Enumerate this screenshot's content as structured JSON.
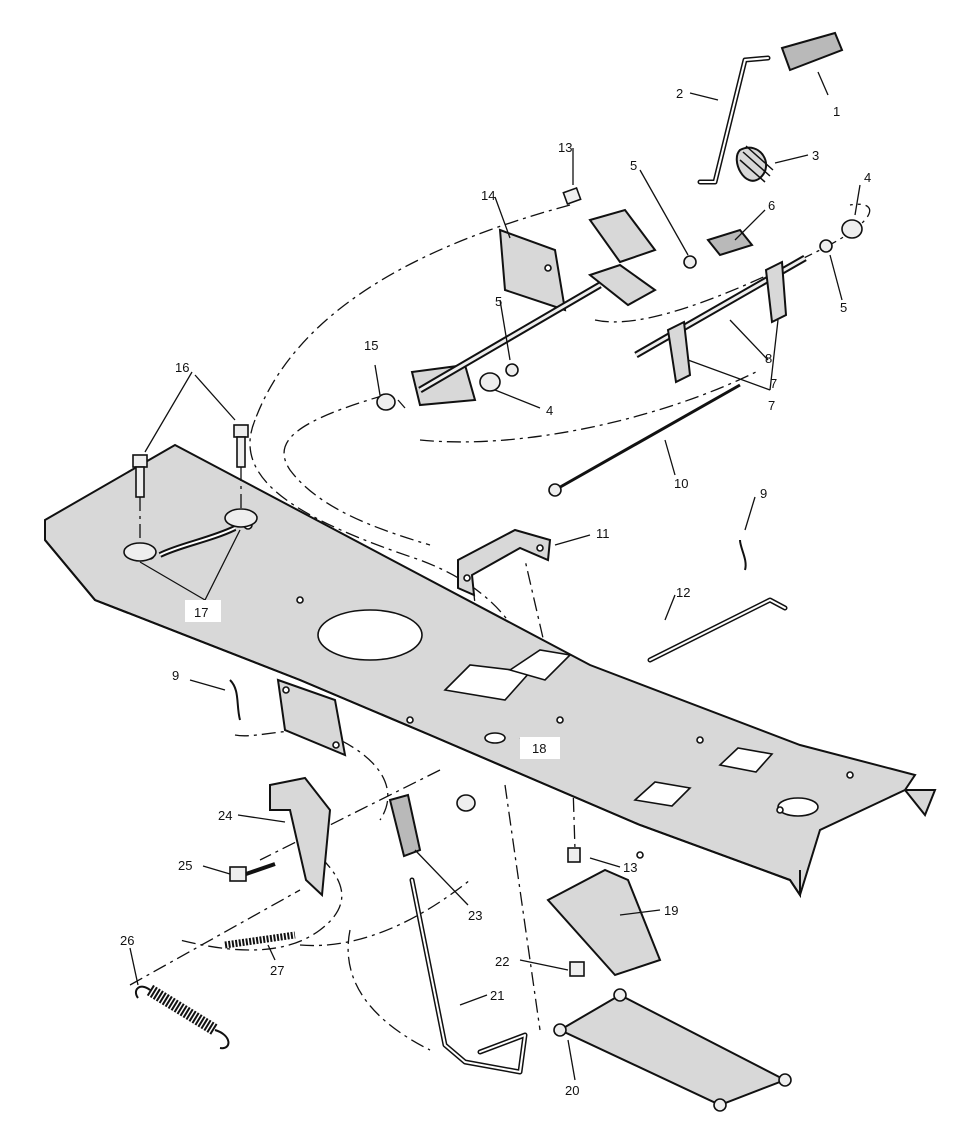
{
  "callouts": [
    {
      "id": "c1",
      "text": "1"
    },
    {
      "id": "c2",
      "text": "2"
    },
    {
      "id": "c3",
      "text": "3"
    },
    {
      "id": "c4a",
      "text": "4"
    },
    {
      "id": "c4b",
      "text": "4"
    },
    {
      "id": "c5a",
      "text": "5"
    },
    {
      "id": "c5b",
      "text": "5"
    },
    {
      "id": "c5c",
      "text": "5"
    },
    {
      "id": "c6",
      "text": "6"
    },
    {
      "id": "c7a",
      "text": "7"
    },
    {
      "id": "c7b",
      "text": "7"
    },
    {
      "id": "c8",
      "text": "8"
    },
    {
      "id": "c9a",
      "text": "9"
    },
    {
      "id": "c9b",
      "text": "9"
    },
    {
      "id": "c10",
      "text": "10"
    },
    {
      "id": "c11",
      "text": "11"
    },
    {
      "id": "c12",
      "text": "12"
    },
    {
      "id": "c13a",
      "text": "13"
    },
    {
      "id": "c13b",
      "text": "13"
    },
    {
      "id": "c14",
      "text": "14"
    },
    {
      "id": "c15",
      "text": "15"
    },
    {
      "id": "c16",
      "text": "16"
    },
    {
      "id": "c17",
      "text": "17"
    },
    {
      "id": "c18",
      "text": "18"
    },
    {
      "id": "c19",
      "text": "19"
    },
    {
      "id": "c20",
      "text": "20"
    },
    {
      "id": "c21",
      "text": "21"
    },
    {
      "id": "c22",
      "text": "22"
    },
    {
      "id": "c23",
      "text": "23"
    },
    {
      "id": "c24",
      "text": "24"
    },
    {
      "id": "c25",
      "text": "25"
    },
    {
      "id": "c26",
      "text": "26"
    },
    {
      "id": "c27",
      "text": "27"
    }
  ]
}
